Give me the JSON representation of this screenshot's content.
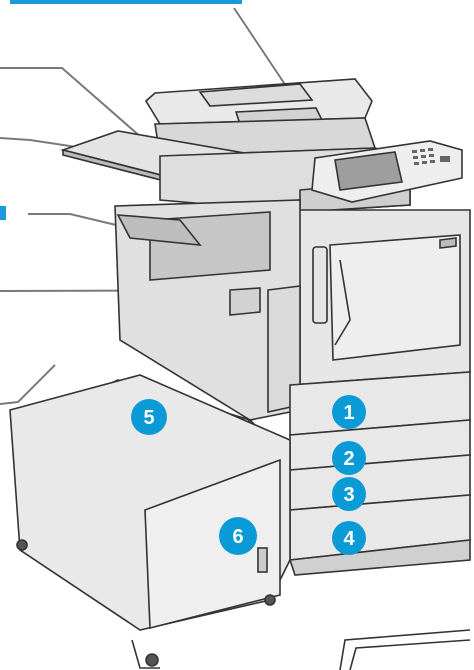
{
  "tray_badges": [
    {
      "label": "1",
      "part": "tray-1"
    },
    {
      "label": "2",
      "part": "tray-2"
    },
    {
      "label": "3",
      "part": "tray-3"
    },
    {
      "label": "4",
      "part": "tray-4"
    },
    {
      "label": "5",
      "part": "bypass-tray"
    },
    {
      "label": "6",
      "part": "high-capacity-feeder"
    }
  ],
  "colors": {
    "badge": "#0a9ad6",
    "leader_line": "#777777",
    "text_accent": "#1a9bd7",
    "outline": "#333333"
  }
}
